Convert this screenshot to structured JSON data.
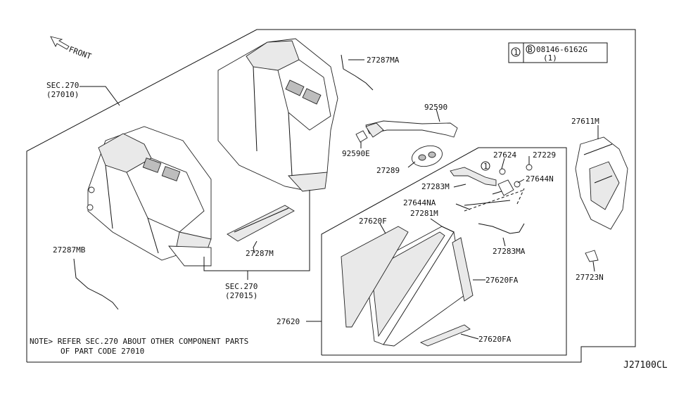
{
  "diagram_id": "J27100CL",
  "front_label": "FRONT",
  "labels": {
    "sec270_27010_line1": "SEC.270",
    "sec270_27010_line2": "(27010)",
    "sec270_27015_line1": "SEC.270",
    "sec270_27015_line2": "(27015)",
    "p27287MA": "27287MA",
    "p92590": "92590",
    "p92590E": "92590E",
    "p27289": "27289",
    "p27624": "27624",
    "p27229": "27229",
    "p27283M": "27283M",
    "p27644N": "27644N",
    "p27644NA": "27644NA",
    "p27281M": "27281M",
    "p27620F": "27620F",
    "p27283MA": "27283MA",
    "p27620FA_a": "27620FA",
    "p27620FA_b": "27620FA",
    "p27620": "27620",
    "p27287M": "27287M",
    "p27287MB": "27287MB",
    "p27611M": "27611M",
    "p27723N": "27723N",
    "callout_num": "1"
  },
  "legend": {
    "index": "1",
    "bolt_symbol": "B",
    "part_number": "08146-6162G",
    "quantity": "(1)"
  },
  "note": {
    "line1": "NOTE> REFER SEC.270 ABOUT OTHER COMPONENT PARTS",
    "line2": "OF PART CODE 27010"
  }
}
